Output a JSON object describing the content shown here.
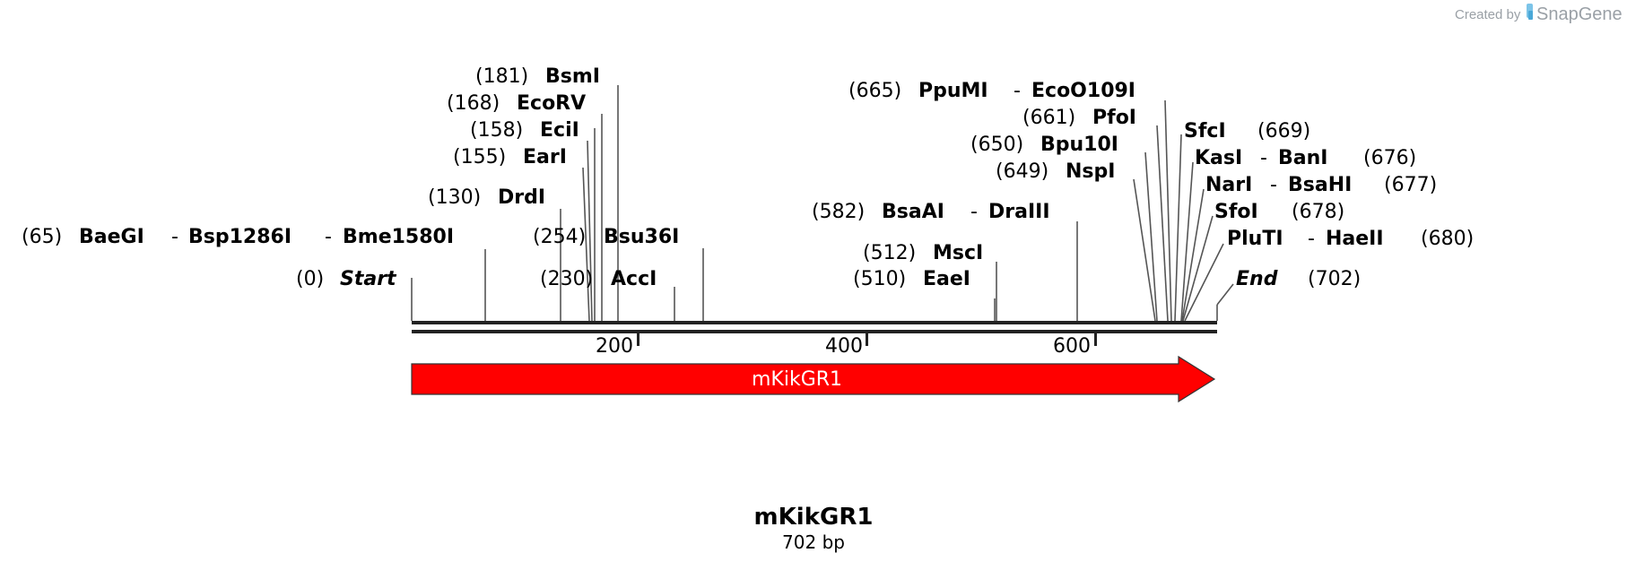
{
  "branding": {
    "created_by": "Created by",
    "app": "SnapGene"
  },
  "sequence": {
    "name": "mKikGR1",
    "length_label": "702 bp",
    "length": 702
  },
  "backbone": {
    "ticks": [
      200,
      400,
      600
    ]
  },
  "feature": {
    "name": "mKikGR1",
    "color": "#ff0000",
    "start": 0,
    "end": 702
  },
  "sites": [
    {
      "pos": "(0)",
      "name": "Start",
      "loc": 0
    },
    {
      "pos": "(65)",
      "name": "BaeGI",
      "loc": 65
    },
    {
      "name": "Bsp1286I"
    },
    {
      "name": "Bme1580I"
    },
    {
      "pos": "(130)",
      "name": "DrdI",
      "loc": 130
    },
    {
      "pos": "(155)",
      "name": "EarI",
      "loc": 155
    },
    {
      "pos": "(158)",
      "name": "EciI",
      "loc": 158
    },
    {
      "pos": "(168)",
      "name": "EcoRV",
      "loc": 168
    },
    {
      "pos": "(181)",
      "name": "BsmI",
      "loc": 181
    },
    {
      "pos": "(230)",
      "name": "AccI",
      "loc": 230
    },
    {
      "pos": "(254)",
      "name": "Bsu36I",
      "loc": 254
    },
    {
      "pos": "(510)",
      "name": "EaeI",
      "loc": 510
    },
    {
      "pos": "(512)",
      "name": "MscI",
      "loc": 512
    },
    {
      "pos": "(582)",
      "name": "BsaAI",
      "loc": 582
    },
    {
      "name": "DraIII"
    },
    {
      "pos": "(649)",
      "name": "NspI",
      "loc": 649
    },
    {
      "pos": "(650)",
      "name": "Bpu10I",
      "loc": 650
    },
    {
      "pos": "(661)",
      "name": "PfoI",
      "loc": 661
    },
    {
      "pos": "(665)",
      "name": "PpuMI",
      "loc": 665
    },
    {
      "name": "EcoO109I"
    },
    {
      "pos": "(669)",
      "name": "SfcI",
      "loc": 669
    },
    {
      "pos": "(676)",
      "name": "KasI",
      "loc": 676
    },
    {
      "name": "BanI"
    },
    {
      "pos": "(677)",
      "name": "NarI",
      "loc": 677
    },
    {
      "name": "BsaHI"
    },
    {
      "pos": "(678)",
      "name": "SfoI",
      "loc": 678
    },
    {
      "pos": "(680)",
      "name": "PluTI",
      "loc": 680
    },
    {
      "name": "HaeII"
    },
    {
      "pos": "(702)",
      "name": "End",
      "loc": 702
    }
  ],
  "separator": "-"
}
